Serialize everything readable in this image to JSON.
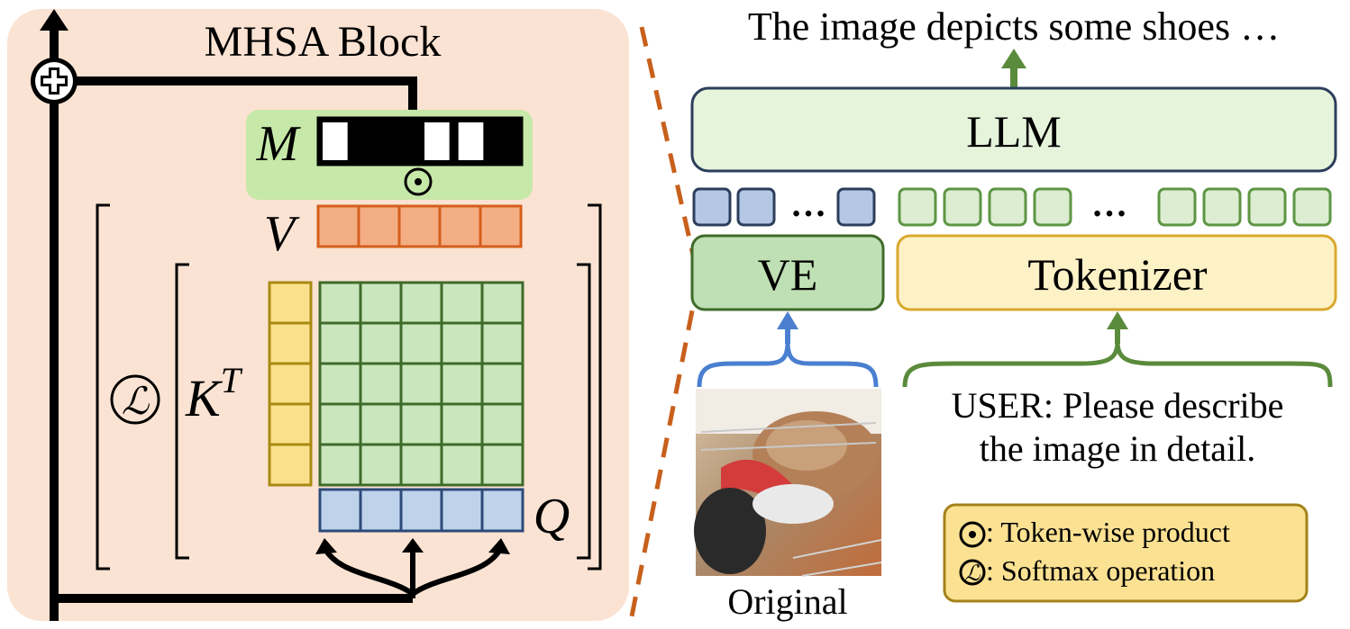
{
  "mhsa": {
    "title": "MHSA Block",
    "mask_label": "M",
    "mask_pattern": [
      1,
      0,
      0,
      1,
      1,
      0
    ],
    "value_label": "V",
    "key_label": "K",
    "key_superscript": "T",
    "query_label": "Q",
    "value_tokens": 5,
    "key_tokens": 5,
    "query_tokens": 5
  },
  "vlm": {
    "output_text": "The image depicts some shoes …",
    "llm_label": "LLM",
    "ve_label": "VE",
    "tokenizer_label": "Tokenizer",
    "ellipsis": "…",
    "image_caption": "Original",
    "user_prompt_line1": "USER: Please describe",
    "user_prompt_line2": "the image in detail."
  },
  "legend": {
    "token_product": ": Token-wise product",
    "softmax": ": Softmax operation"
  },
  "colors": {
    "mhsa_bg": "#fbe3d3",
    "mask_bg": "#c6e8a8",
    "value_fill": "#f4ae84",
    "value_stroke": "#d45f1c",
    "key_fill": "#fbe08c",
    "key_stroke": "#a88a10",
    "attn_fill": "#c9e6bd",
    "attn_stroke": "#3f6b2a",
    "query_fill": "#bed3ea",
    "query_stroke": "#2d4a7a",
    "llm_fill": "#e6f4dc",
    "llm_stroke": "#2c3e5c",
    "vis_token_fill": "#b4c8e6",
    "txt_token_fill": "#dcedd2",
    "txt_token_stroke": "#5e9644",
    "ve_fill": "#bfe0b4",
    "ve_stroke": "#3f6b2a",
    "tok_fill": "#fdf1c6",
    "tok_stroke": "#d9a92e",
    "green_arrow": "#5a8b3c",
    "blue_arrow": "#4a7fd0",
    "dash_line": "#c8601c",
    "legend_fill": "#fbe192",
    "legend_stroke": "#a4821a"
  }
}
